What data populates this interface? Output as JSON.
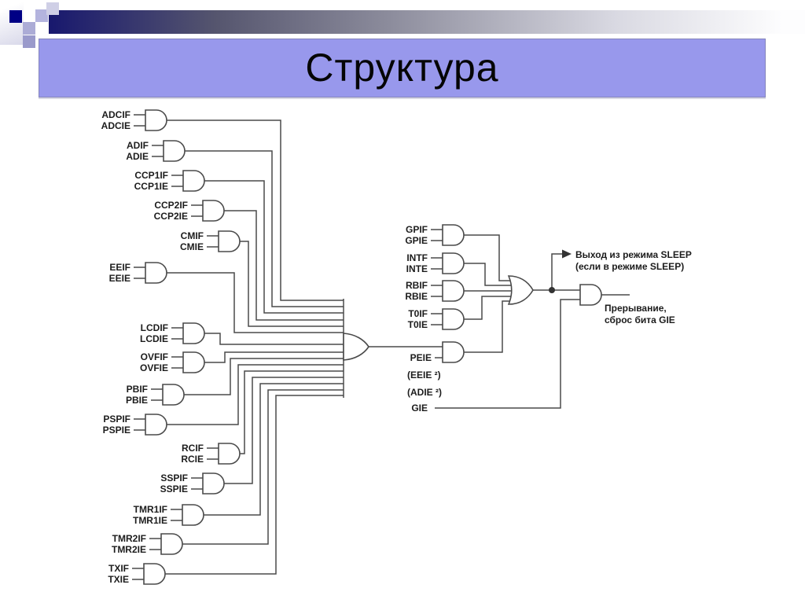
{
  "slide": {
    "title": "Структура"
  },
  "diagram": {
    "left_gates": [
      {
        "if": "ADCIF",
        "ie": "ADCIE"
      },
      {
        "if": "ADIF",
        "ie": "ADIE"
      },
      {
        "if": "CCP1IF",
        "ie": "CCP1IE"
      },
      {
        "if": "CCP2IF",
        "ie": "CCP2IE"
      },
      {
        "if": "CMIF",
        "ie": "CMIE"
      },
      {
        "if": "EEIF",
        "ie": "EEIE"
      },
      {
        "if": "LCDIF",
        "ie": "LCDIE"
      },
      {
        "if": "OVFIF",
        "ie": "OVFIE"
      },
      {
        "if": "PBIF",
        "ie": "PBIE"
      },
      {
        "if": "PSPIF",
        "ie": "PSPIE"
      },
      {
        "if": "RCIF",
        "ie": "RCIE"
      },
      {
        "if": "SSPIF",
        "ie": "SSPIE"
      },
      {
        "if": "TMR1IF",
        "ie": "TMR1IE"
      },
      {
        "if": "TMR2IF",
        "ie": "TMR2IE"
      },
      {
        "if": "TXIF",
        "ie": "TXIE"
      }
    ],
    "right_gates": [
      {
        "if": "GPIF",
        "ie": "GPIE"
      },
      {
        "if": "INTF",
        "ie": "INTE"
      },
      {
        "if": "RBIF",
        "ie": "RBIE"
      },
      {
        "if": "T0IF",
        "ie": "T0IE"
      }
    ],
    "peie": {
      "label": "PEIE",
      "note_eeie": "(EEIE ²)",
      "note_adie": "(ADIE ²)"
    },
    "gie": "GIE",
    "sleep_label_1": "Выход из режима SLEEP",
    "sleep_label_2": "(если в режиме SLEEP)",
    "interrupt_label_1": "Прерывание,",
    "interrupt_label_2": "сброс бита GIE"
  },
  "colors": {
    "banner_background": "#9898ec",
    "bar_gradient_start": "#18186e",
    "bar_gradient_end": "#fdfdfe",
    "accent_navy": "#000085",
    "wire": "#4a4a4a"
  }
}
